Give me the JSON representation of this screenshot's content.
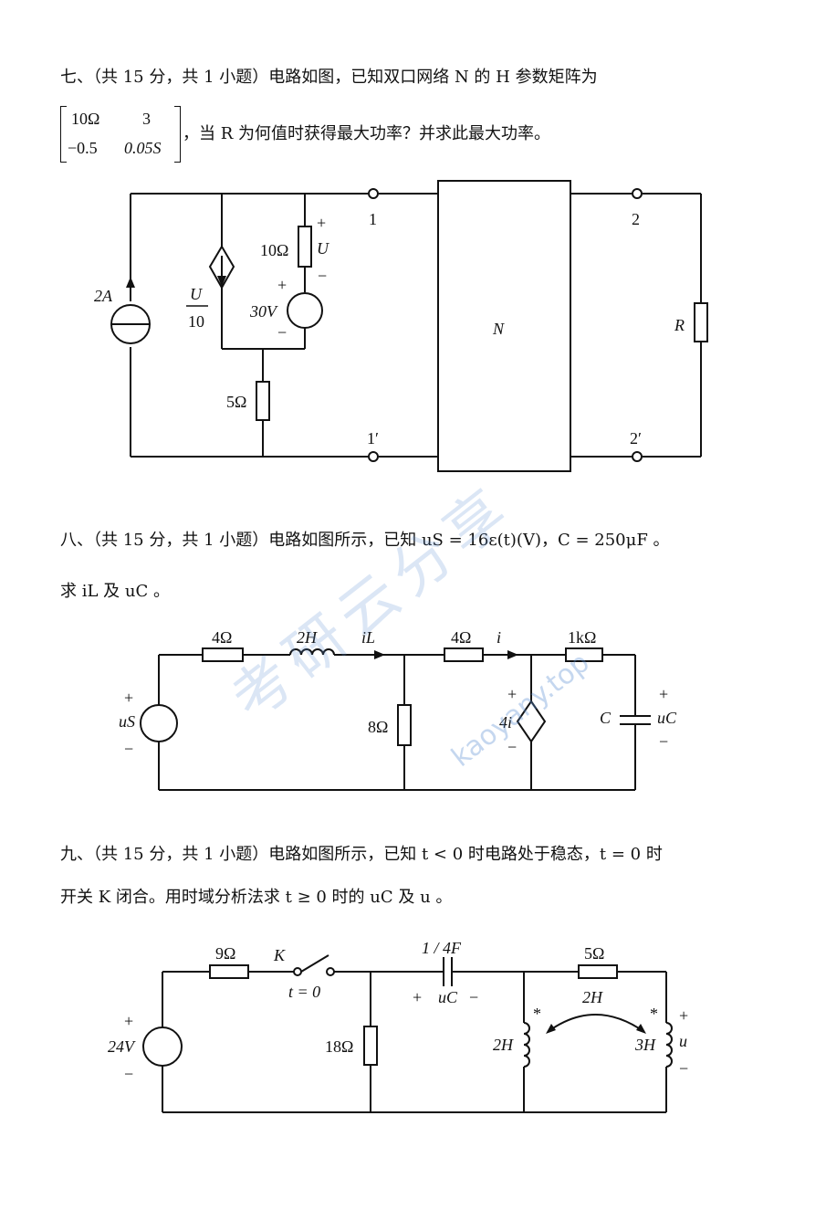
{
  "q7": {
    "line1": "七、（共 15 分，共 1 小题）电路如图，已知双口网络 N 的 H 参数矩阵为",
    "matrix": {
      "a11": "10Ω",
      "a12": "3",
      "a21": "−0.5",
      "a22": "0.05S"
    },
    "line2": "，当 R 为何值时获得最大功率？并求此最大功率。",
    "circuit": {
      "current_source": "2A",
      "dep_source_num": "U",
      "dep_source_den": "10",
      "r_top": "10Ω",
      "u_label": "U",
      "voltage_source": "30V",
      "r_bottom": "5Ω",
      "port1": "1",
      "port1p": "1′",
      "port2": "2",
      "port2p": "2′",
      "network": "N",
      "load": "R",
      "plus": "+",
      "minus": "−"
    }
  },
  "q8": {
    "line1": "八、（共 15 分，共 1 小题）电路如图所示，已知 uS = 16ε(t)(V)，C = 250μF 。",
    "line2": "求 iL 及 uC 。",
    "circuit": {
      "source": "uS",
      "r1": "4Ω",
      "l1": "2H",
      "il": "iL",
      "r2": "4Ω",
      "i": "i",
      "r3": "1kΩ",
      "r_shunt": "8Ω",
      "dep": "4i",
      "cap": "C",
      "uc": "uC",
      "plus": "+",
      "minus": "−"
    }
  },
  "q9": {
    "line1": "九、（共 15 分，共 1 小题）电路如图所示，已知 t < 0 时电路处于稳态，t = 0 时",
    "line2": "开关 K 闭合。用时域分析法求 t ≥ 0 时的 uC 及 u 。",
    "circuit": {
      "r1": "9Ω",
      "switch": "K",
      "t0": "t = 0",
      "cap": "1 / 4F",
      "uc": "uC",
      "r2": "5Ω",
      "source": "24V",
      "r_shunt": "18Ω",
      "l1": "2H",
      "mutual": "2H",
      "l2": "3H",
      "u": "u",
      "dot": "*",
      "plus": "+",
      "minus": "−"
    }
  },
  "watermark": {
    "cn": "考研云分享",
    "url": "kaoyany.top"
  }
}
